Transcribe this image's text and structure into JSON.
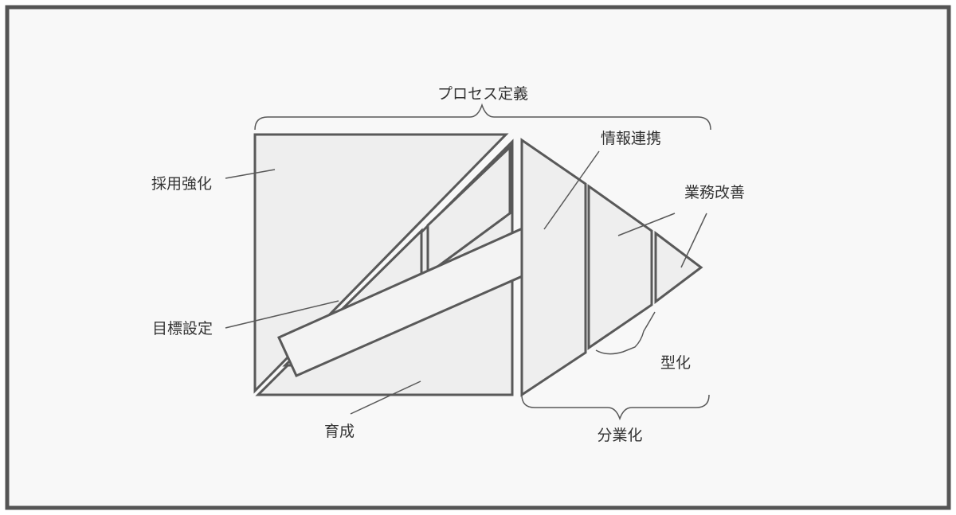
{
  "labels": {
    "process_definition": "プロセス定義",
    "recruiting": "採用強化",
    "info_sharing": "情報連携",
    "business_improvement": "業務改善",
    "goal_setting": "目標設定",
    "standardization": "型化",
    "training": "育成",
    "division_of_labor": "分業化"
  },
  "colors": {
    "frame_stroke": "#555555",
    "shape_fill": "#eeeeee",
    "shape_stroke": "#595959",
    "text": "#333333"
  }
}
